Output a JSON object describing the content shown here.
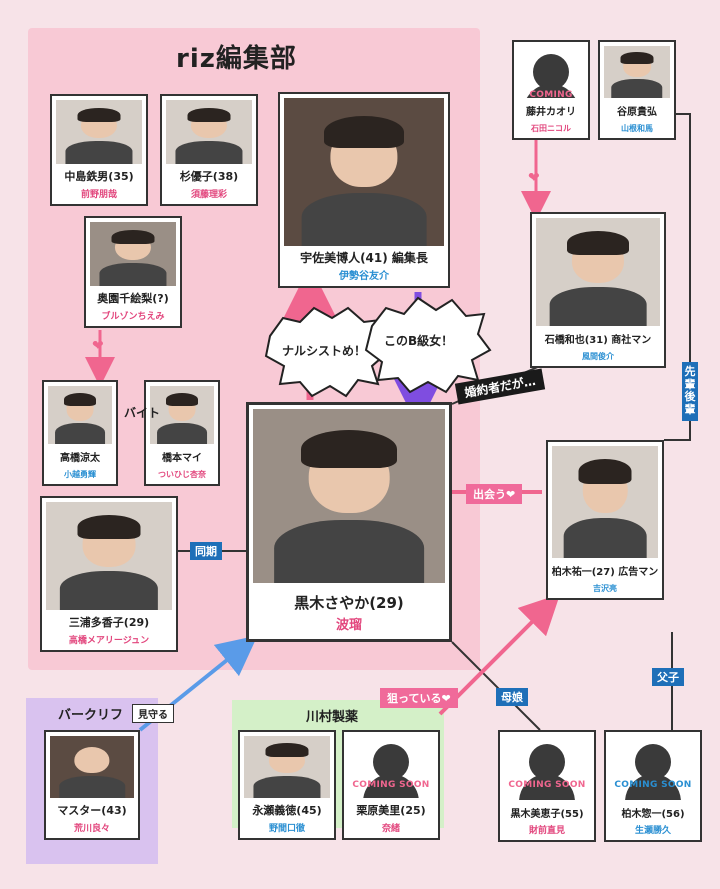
{
  "groups": {
    "riz": "riz編集部",
    "kawamura": "川村製薬",
    "barklift": "バークリフ"
  },
  "characters": {
    "sayaka": {
      "name": "黒木さやか(29)",
      "actor": "波瑠"
    },
    "usami": {
      "name": "宇佐美博人(41) 編集長",
      "actor": "伊勢谷友介"
    },
    "nakajima": {
      "name": "中島鉄男(35)",
      "actor": "前野朋哉"
    },
    "sugi": {
      "name": "杉優子(38)",
      "actor": "須藤理彩"
    },
    "okuzono": {
      "name": "奥園千絵梨(?)",
      "actor": "ブルゾンちえみ"
    },
    "takahashi": {
      "name": "高橋涼太",
      "actor": "小越勇輝"
    },
    "hashimoto": {
      "name": "橋本マイ",
      "actor": "ついひじ杏奈"
    },
    "miura": {
      "name": "三浦多香子(29)",
      "actor": "高橋メアリージュン"
    },
    "fujii": {
      "name": "藤井カオリ",
      "actor": "石田ニコル",
      "placeholder": "COMING SOON"
    },
    "tanihara": {
      "name": "谷原貴弘",
      "actor": "山根和馬"
    },
    "ishibashi": {
      "name": "石橋和也(31) 商社マン",
      "actor": "風間俊介"
    },
    "kashiwagi": {
      "name": "柏木祐一(27) 広告マン",
      "actor": "吉沢亮"
    },
    "master": {
      "name": "マスター(43)",
      "actor": "荒川良々"
    },
    "nagase": {
      "name": "永瀬義徳(45)",
      "actor": "野間口徹"
    },
    "kurihara": {
      "name": "栗原美里(25)",
      "actor": "奈緒",
      "placeholder": "COMING SOON"
    },
    "kuroki_mieko": {
      "name": "黒木美恵子(55)",
      "actor": "財前直見",
      "placeholder": "COMING SOON"
    },
    "kashiwagi_soichi": {
      "name": "柏木惣一(56)",
      "actor": "生瀬勝久",
      "placeholder": "COMING SOON"
    }
  },
  "relations": {
    "narcissist": "ナルシストめ！",
    "b_class": "このB級女！",
    "engaged": "婚約者だが…",
    "meet": "出会う❤",
    "douki": "同期",
    "arbeit": "バイト",
    "senpai": "先輩後輩",
    "oyako": "父子",
    "boshi": "母娘",
    "nerai": "狙っている❤",
    "mimamoru": "見守る",
    "heart": "❤"
  },
  "colors": {
    "pink_panel": "#f8c9d5",
    "purple_panel": "#d9c2ef",
    "green_panel": "#d4f0c8",
    "pink_arrow": "#f0668f",
    "purple_arrow": "#7f4de0",
    "blue_line": "#5a9be8"
  }
}
